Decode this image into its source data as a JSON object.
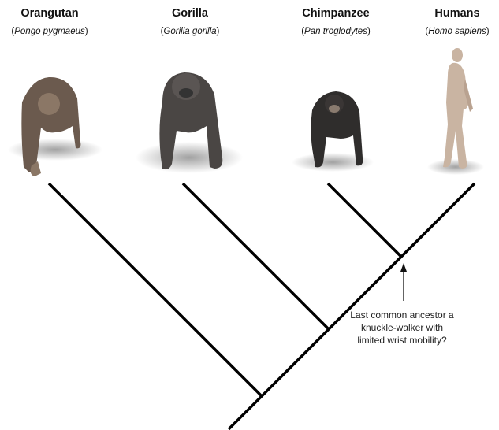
{
  "taxa": [
    {
      "common": "Orangutan",
      "latin": "Pongo pygmaeus",
      "icon": "orangutan-figure"
    },
    {
      "common": "Gorilla",
      "latin": "Gorilla gorilla",
      "icon": "gorilla-figure"
    },
    {
      "common": "Chimpanzee",
      "latin": "Pan troglodytes",
      "icon": "chimpanzee-figure"
    },
    {
      "common": "Humans",
      "latin": "Homo sapiens",
      "icon": "human-figure"
    }
  ],
  "annotation": {
    "lines": [
      "Last common ancestor a",
      "knuckle-walker with",
      "limited wrist mobility?"
    ]
  },
  "colors": {
    "branch": "#000000",
    "fur_orangutan": "#6b5a4e",
    "fur_gorilla": "#4a4644",
    "fur_chimp": "#2f2d2c",
    "skin_human": "#c9b4a2"
  }
}
